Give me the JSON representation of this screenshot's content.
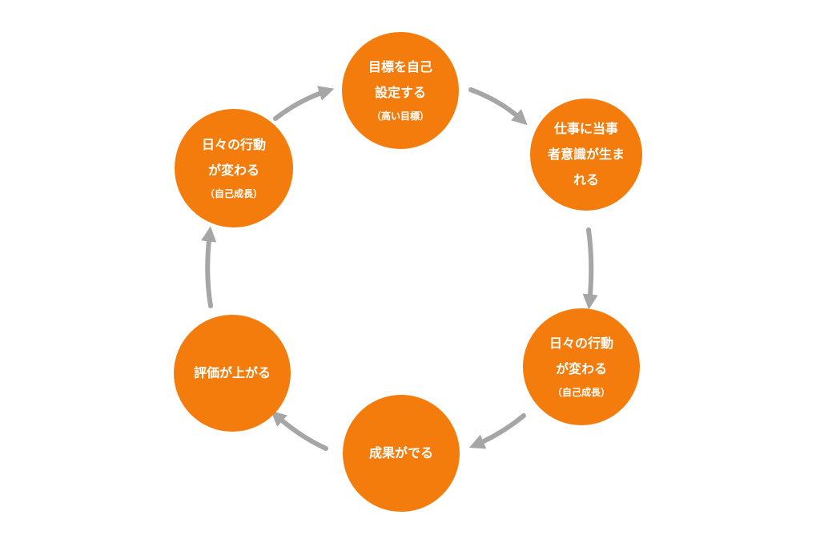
{
  "colors": {
    "node_fill": "#f47c0c",
    "node_text": "#ffffff",
    "arrow": "#a6a6a6",
    "background": "#ffffff"
  },
  "cycle": {
    "nodes": [
      {
        "lines": [
          "目標を自己",
          "設定する"
        ],
        "sub": "（高い目標）"
      },
      {
        "lines": [
          "仕事に当事",
          "者意識が生ま",
          "れる"
        ],
        "sub": ""
      },
      {
        "lines": [
          "日々の行動",
          "が変わる"
        ],
        "sub": "（自己成長）"
      },
      {
        "lines": [
          "成果がでる"
        ],
        "sub": ""
      },
      {
        "lines": [
          "評価が上がる"
        ],
        "sub": ""
      },
      {
        "lines": [
          "日々の行動",
          "が変わる"
        ],
        "sub": "（自己成長）"
      }
    ],
    "arrow_icon": "curved-arrow-icon"
  }
}
